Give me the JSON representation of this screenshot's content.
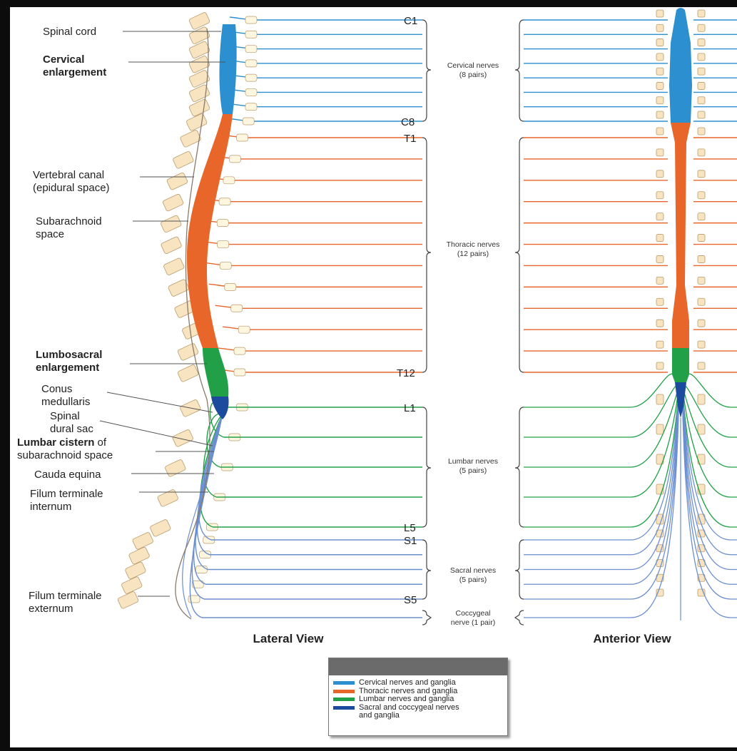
{
  "lateral_labels": {
    "spinal_cord": "Spinal cord",
    "cervical_enl_1": "Cervical",
    "cervical_enl_2": "enlargement",
    "vertebral_canal_1": "Vertebral canal",
    "vertebral_canal_2": "(epidural space)",
    "subarachnoid_1": "Subarachnoid",
    "subarachnoid_2": "space",
    "lumbosacral_1": "Lumbosacral",
    "lumbosacral_2": "enlargement",
    "conus_1": "Conus",
    "conus_2": "medullaris",
    "dural_1": "Spinal",
    "dural_2": "dural sac",
    "cistern_bold": "Lumbar cistern",
    "cistern_rest": " of",
    "cistern_2": "subarachnoid space",
    "cauda": "Cauda equina",
    "ft_int_1": "Filum terminale",
    "ft_int_2": "internum",
    "ft_ext_1": "Filum terminale",
    "ft_ext_2": "externum"
  },
  "levels": {
    "c1": "C1",
    "c8": "C8",
    "t1": "T1",
    "t12": "T12",
    "l1": "L1",
    "l5": "L5",
    "s1": "S1",
    "s5": "S5"
  },
  "groups": {
    "cervical_1": "Cervical nerves",
    "cervical_2": "(8 pairs)",
    "thoracic_1": "Thoracic nerves",
    "thoracic_2": "(12 pairs)",
    "lumbar_1": "Lumbar nerves",
    "lumbar_2": "(5 pairs)",
    "sacral_1": "Sacral nerves",
    "sacral_2": "(5 pairs)",
    "coccygeal_1": "Coccygeal",
    "coccygeal_2": "nerve (1 pair)"
  },
  "views": {
    "lateral": "Lateral View",
    "anterior": "Anterior View"
  },
  "colors": {
    "cervical": "#2b8fd0",
    "thoracic": "#e8662a",
    "lumbar": "#22a048",
    "sacral": "#1c4a9c",
    "cauda_line": "#6b8fd0",
    "bone": "#f8e4c0"
  },
  "legend": {
    "items": [
      {
        "label": "Cervical nerves and ganglia",
        "color": "#2b8fd0"
      },
      {
        "label": "Thoracic nerves and ganglia",
        "color": "#e8662a"
      },
      {
        "label": "Lumbar nerves and ganglia",
        "color": "#22a048"
      },
      {
        "label": "Sacral and coccygeal nerves",
        "label2": "and ganglia",
        "color": "#1c4a9c"
      }
    ]
  }
}
